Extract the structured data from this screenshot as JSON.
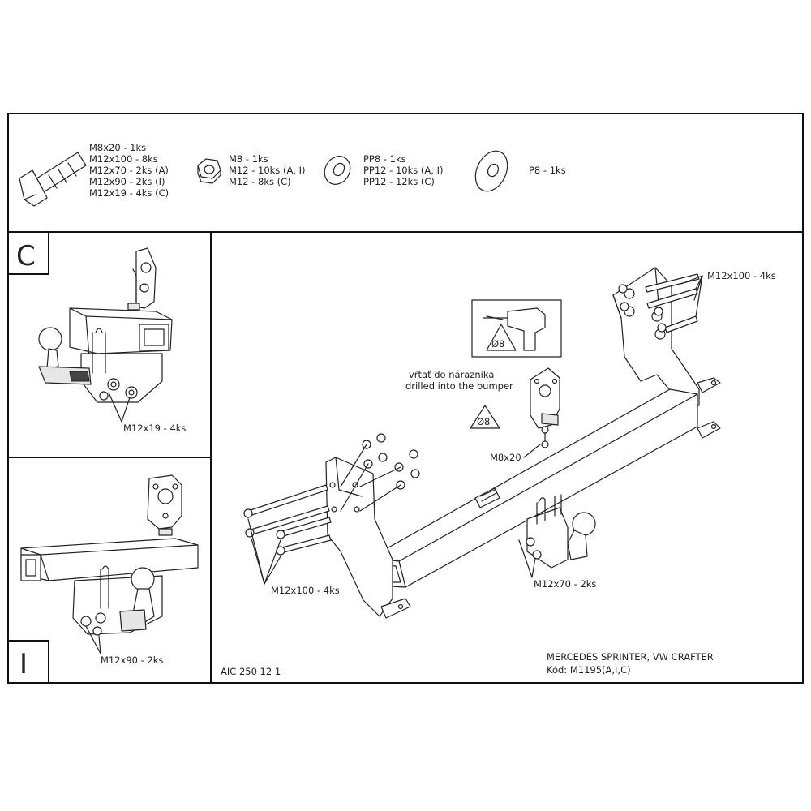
{
  "parts_list": {
    "bolt": {
      "lines": [
        "M8x20 - 1ks",
        "M12x100 - 8ks",
        "M12x70 - 2ks (A)",
        "M12x90 - 2ks (I)",
        "M12x19 - 4ks (C)"
      ]
    },
    "nut": {
      "lines": [
        "M8 - 1ks",
        "M12 - 10ks (A, I)",
        "M12 - 8ks (C)"
      ]
    },
    "spring_washer": {
      "lines": [
        "PP8 - 1ks",
        "PP12 - 10ks (A, I)",
        "PP12 - 12ks (C)"
      ]
    },
    "flat_washer": {
      "lines": [
        "P8 - 1ks"
      ]
    }
  },
  "variant_c": {
    "letter": "C",
    "bolt_label": "M12x19 - 4ks"
  },
  "variant_i": {
    "letter": "I",
    "bolt_label": "M12x90 - 2ks"
  },
  "main": {
    "bolts_top": "M12x100 - 4ks",
    "bolts_left": "M12x100 - 4ks",
    "bolts_ball": "M12x70 - 2ks",
    "bolt_socket": "M8x20",
    "drill_note_cz": "vŕtať do nárazníka",
    "drill_note_en": "drilled into the bumper",
    "drill_symbol": "Ø8",
    "drill_symbol_2": "Ø8",
    "product_code": "AIC 250 12 1",
    "vehicle": "MERCEDES SPRINTER, VW CRAFTER",
    "kod": "Kód: M1195(A,I,C)"
  }
}
